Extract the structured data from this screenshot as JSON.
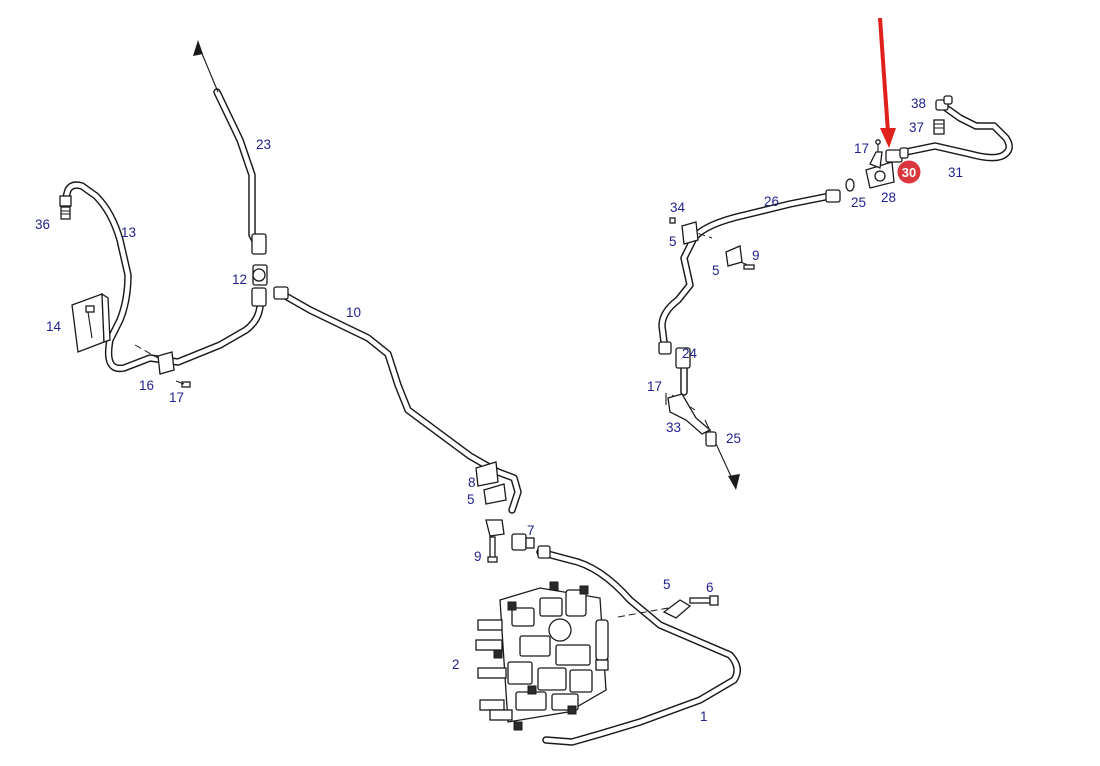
{
  "colors": {
    "label": "#22228f",
    "line": "#1a1a1a",
    "highlight": "#d9363e",
    "arrow": "#e0201b"
  },
  "highlighted_part": "30",
  "labels": {
    "p1": "1",
    "p2": "2",
    "p5a": "5",
    "p5b": "5",
    "p5c": "5",
    "p5d": "5",
    "p6": "6",
    "p7": "7",
    "p8": "8",
    "p9a": "9",
    "p9b": "9",
    "p10": "10",
    "p12": "12",
    "p13": "13",
    "p14": "14",
    "p16": "16",
    "p17a": "17",
    "p17b": "17",
    "p17c": "17",
    "p23": "23",
    "p24": "24",
    "p25a": "25",
    "p25b": "25",
    "p26": "26",
    "p28": "28",
    "p30": "30",
    "p31": "31",
    "p33": "33",
    "p34": "34",
    "p36": "36",
    "p37": "37",
    "p38": "38"
  }
}
